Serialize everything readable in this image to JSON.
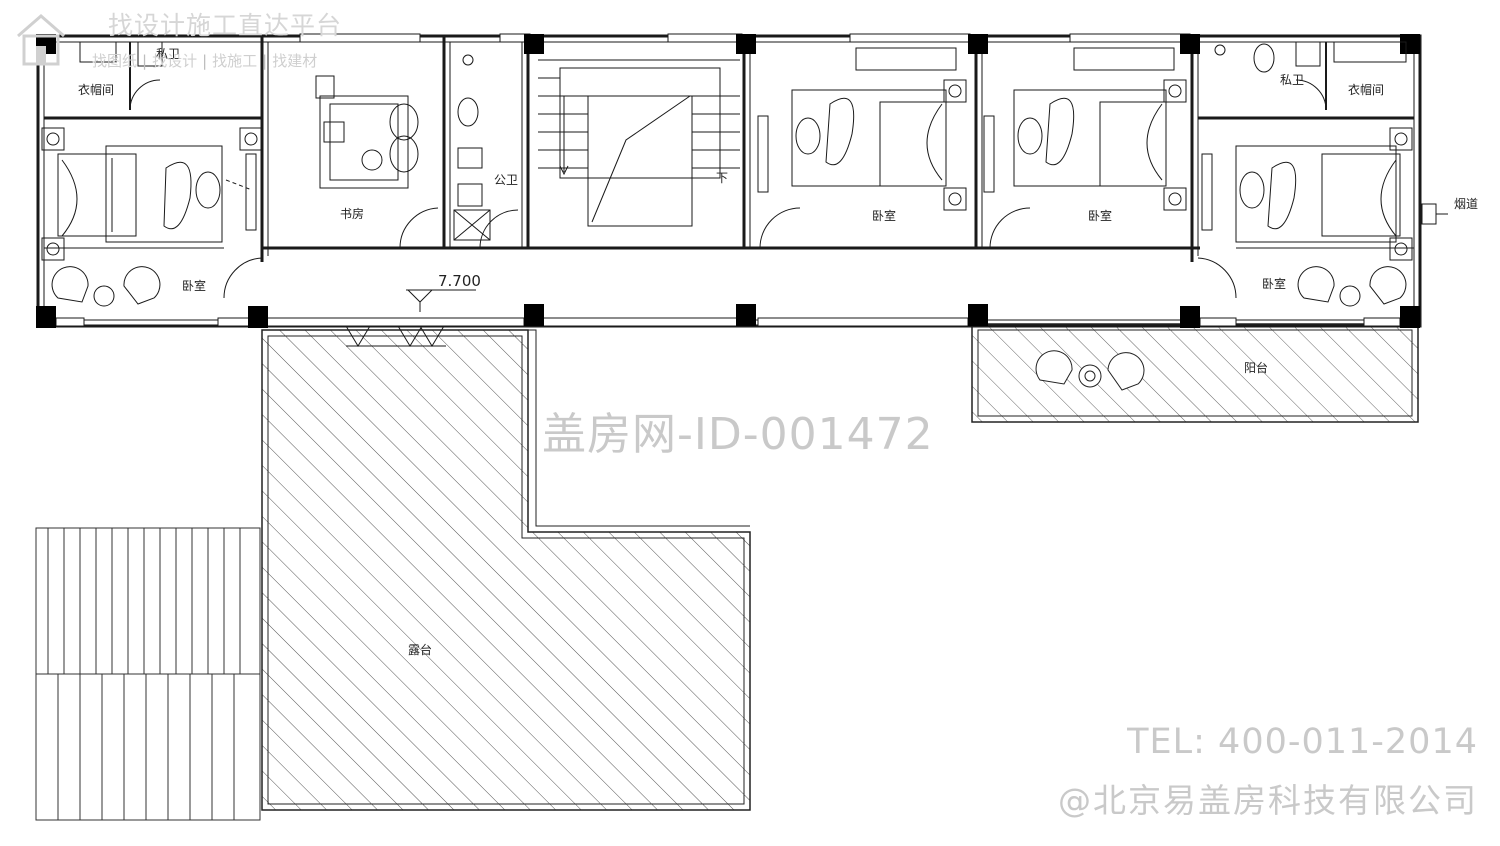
{
  "watermarks": {
    "slogan": "找设计施工直达平台",
    "tags": [
      "找图纸",
      "找设计",
      "找施工",
      "找建材"
    ],
    "id": "盖房网-ID-001472",
    "tel": "TEL: 400-011-2014",
    "company": "@北京易盖房科技有限公司"
  },
  "rooms": {
    "closet_left": "衣帽间",
    "bath_left": "私卫",
    "bedroom_left": "卧室",
    "study": "书房",
    "public_bath": "公卫",
    "stair_down": "下",
    "bedroom_mid1": "卧室",
    "bedroom_mid2": "卧室",
    "bath_right": "私卫",
    "closet_right": "衣帽间",
    "bedroom_right": "卧室",
    "chimney": "烟道",
    "balcony": "阳台",
    "terrace": "露台"
  },
  "elevation": "7.700",
  "colors": {
    "line": "#1a1a1a",
    "hatch": "#555555",
    "column": "#000000",
    "watermark": "#c9c9c9"
  }
}
